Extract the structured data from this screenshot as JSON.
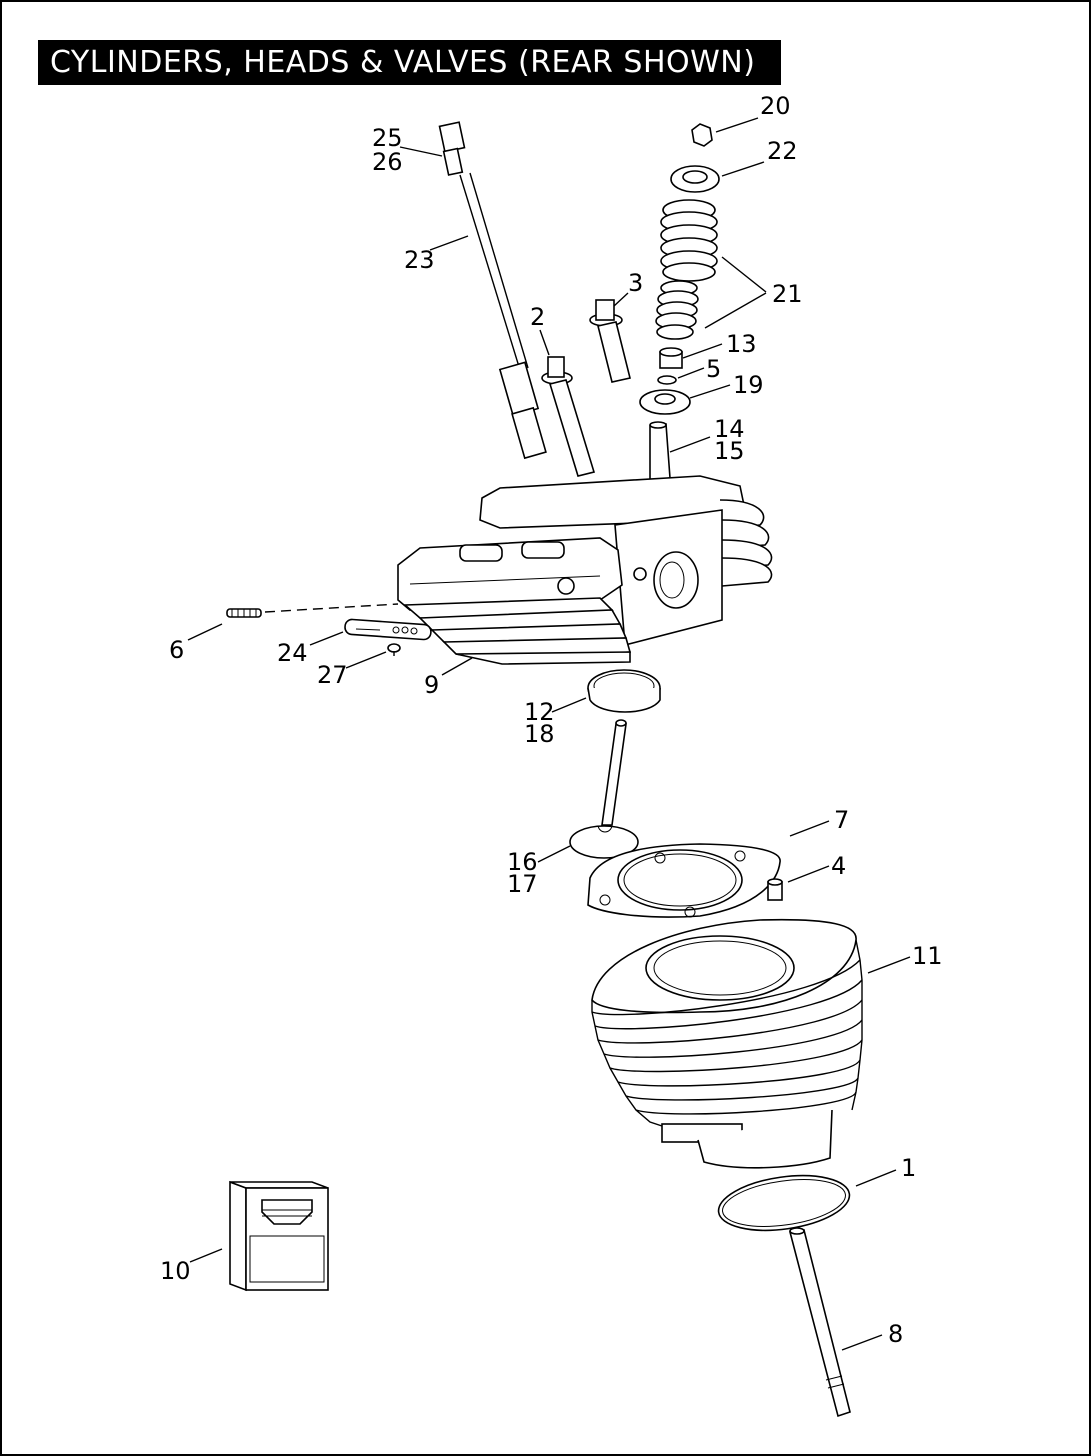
{
  "title": "CYLINDERS, HEADS & VALVES (REAR SHOWN)",
  "callouts": {
    "c1": "1",
    "c2": "2",
    "c3": "3",
    "c4": "4",
    "c5": "5",
    "c6": "6",
    "c7": "7",
    "c8": "8",
    "c9": "9",
    "c10": "10",
    "c11": "11",
    "c12": "12",
    "c13": "13",
    "c14": "14",
    "c15": "15",
    "c16": "16",
    "c17": "17",
    "c18": "18",
    "c19": "19",
    "c20": "20",
    "c21": "21",
    "c22": "22",
    "c23": "23",
    "c24": "24",
    "c25": "25",
    "c26": "26",
    "c27": "27"
  },
  "colors": {
    "ink": "#000000",
    "paper": "#ffffff"
  }
}
